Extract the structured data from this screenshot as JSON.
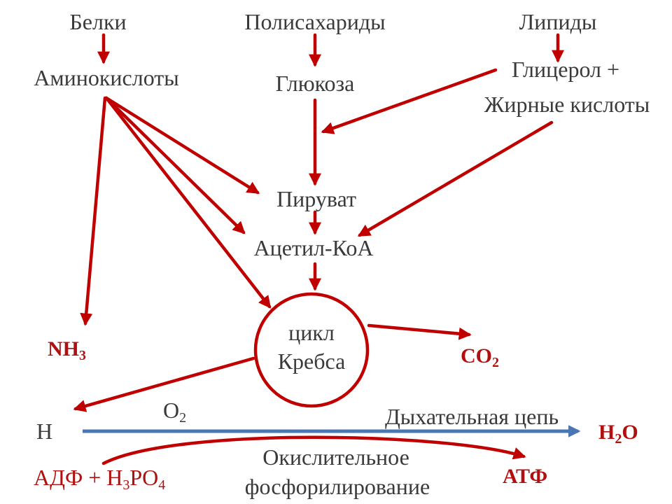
{
  "nodes": {
    "proteins": "Белки",
    "polysaccharides": "Полисахариды",
    "lipids": "Липиды",
    "amino_acids": "Аминокислоты",
    "glucose": "Глюкоза",
    "glycerol": "Глицерол +",
    "fatty_acids": "Жирные кислоты",
    "pyruvate": "Пируват",
    "acetyl_coa": "Ацетил-КоА",
    "krebs_line1": "цикл",
    "krebs_line2": "Кребса",
    "respiratory_chain": "Дыхательная цепь",
    "oxidative_line1": "Окислительное",
    "oxidative_line2": "фосфорилирование"
  },
  "products": {
    "nh3_main": "NH",
    "nh3_sub": "3",
    "co2_main": "CO",
    "co2_sub": "2",
    "h": "H",
    "o2_main": "O",
    "o2_sub": "2",
    "h2o_h": "H",
    "h2o_sub": "2",
    "h2o_o": "O",
    "adp_part1": "АДФ + H",
    "adp_sub1": "3",
    "adp_part2": "PO",
    "adp_sub2": "4",
    "atp": "АТФ"
  },
  "colors": {
    "arrow": "#c00000",
    "product_text": "#b01010",
    "respiratory_arrow": "#4a77b4",
    "text": "#3a3a3a"
  }
}
